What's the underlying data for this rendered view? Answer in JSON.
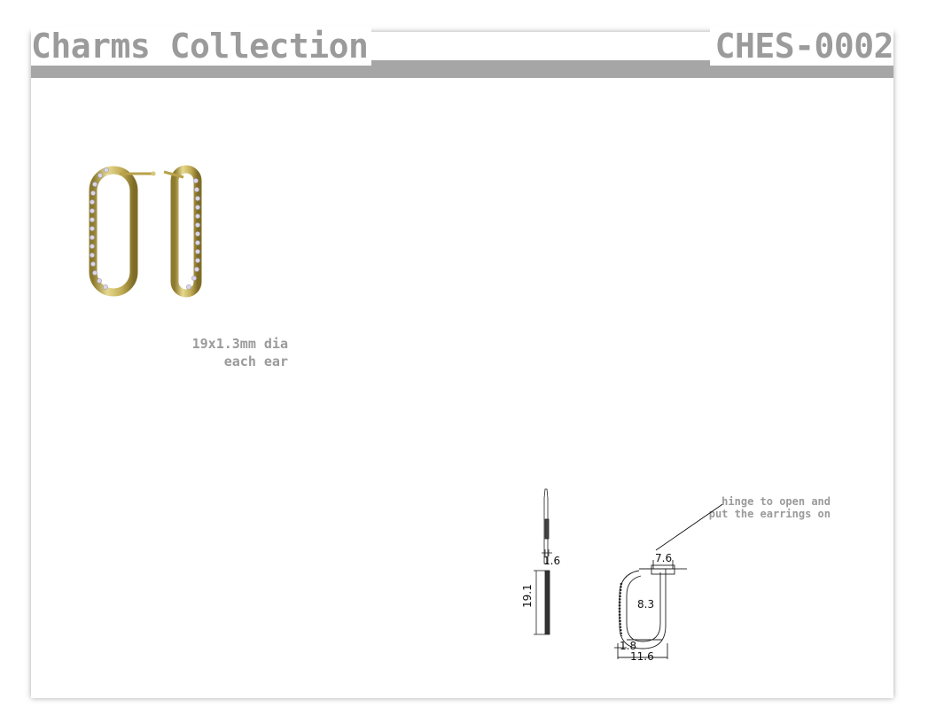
{
  "header": {
    "collection_title": "Charms Collection",
    "product_code": "CHES-0002"
  },
  "notes": {
    "size_line1": "19x1.3mm dia",
    "size_line2": "each ear",
    "hinge_line1": "hinge to open and",
    "hinge_line2": "put the earrings on"
  },
  "dimensions": {
    "side_width": "1.6",
    "height": "19.1",
    "top_width": "7.6",
    "inner_width": "8.3",
    "wire": "1.8",
    "overall_width": "11.6"
  },
  "colors": {
    "header_bar": "#a6a6a6",
    "text_gray": "#9a9a9a",
    "gold": "#c9b45a"
  }
}
